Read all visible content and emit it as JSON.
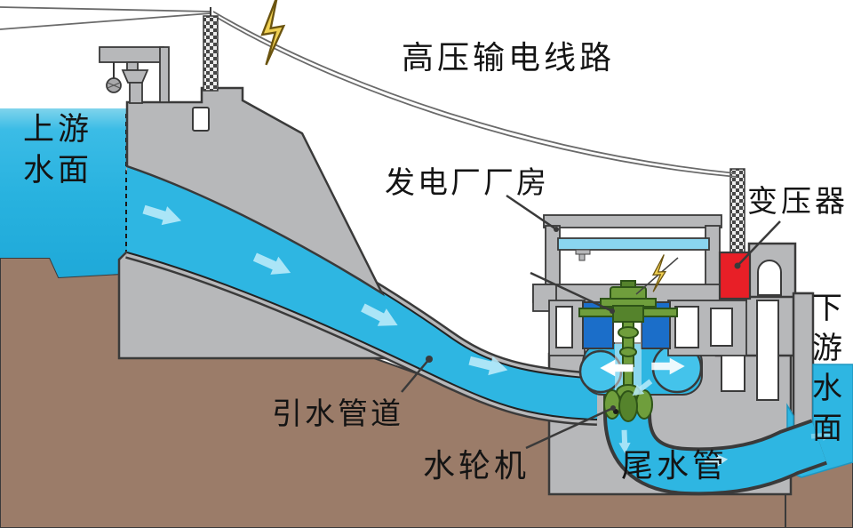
{
  "diagram": {
    "type": "hydroelectric-power-station-cross-section",
    "labels": {
      "upstream": "上游水面",
      "power_line": "高压输电线路",
      "powerhouse": "发电厂厂房",
      "transformer": "变压器",
      "penstock": "引水管道",
      "turbine": "水轮机",
      "draft_tube": "尾水管",
      "downstream": "下游水面"
    },
    "icons": {
      "lightning_bolt": "lightning-bolt",
      "flow_arrow": "flow-arrow"
    },
    "colors": {
      "water": "#2eb6e2",
      "water_light": "#b9ebfa",
      "ground": "#9b7c69",
      "concrete": "#b7b8ba",
      "outline": "#3a3a3a",
      "machine_green": "#6f9e3c",
      "transformer_red": "#e81f27",
      "bolt_yellow": "#f0d052",
      "crane_beam_blue": "#8ad5f0",
      "structure_blue": "#1b6ec9"
    }
  }
}
